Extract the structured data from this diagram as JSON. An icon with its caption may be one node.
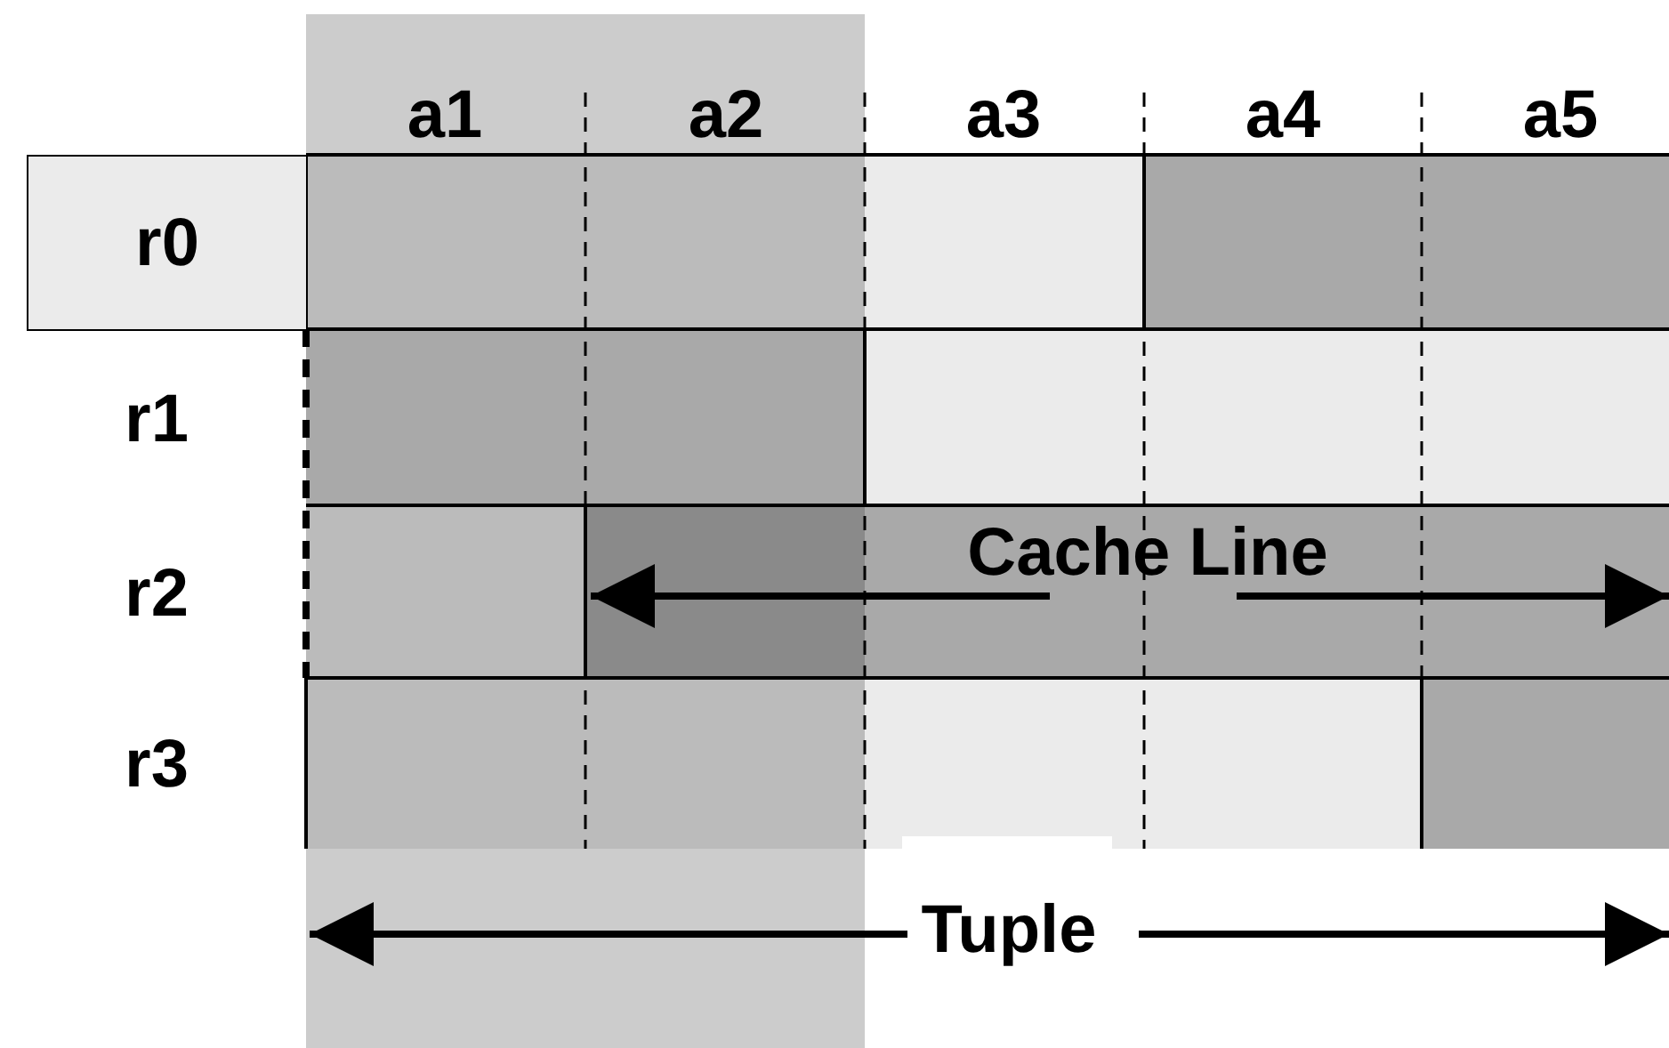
{
  "diagram": {
    "nodes": [
      {
        "text": [
          "r0"
        ]
      }
    ],
    "labels": [
      "a1",
      "a2",
      "a3",
      "a4",
      "a5",
      "r1",
      "r2",
      "r3",
      "Cache Line",
      "Tuple"
    ]
  }
}
